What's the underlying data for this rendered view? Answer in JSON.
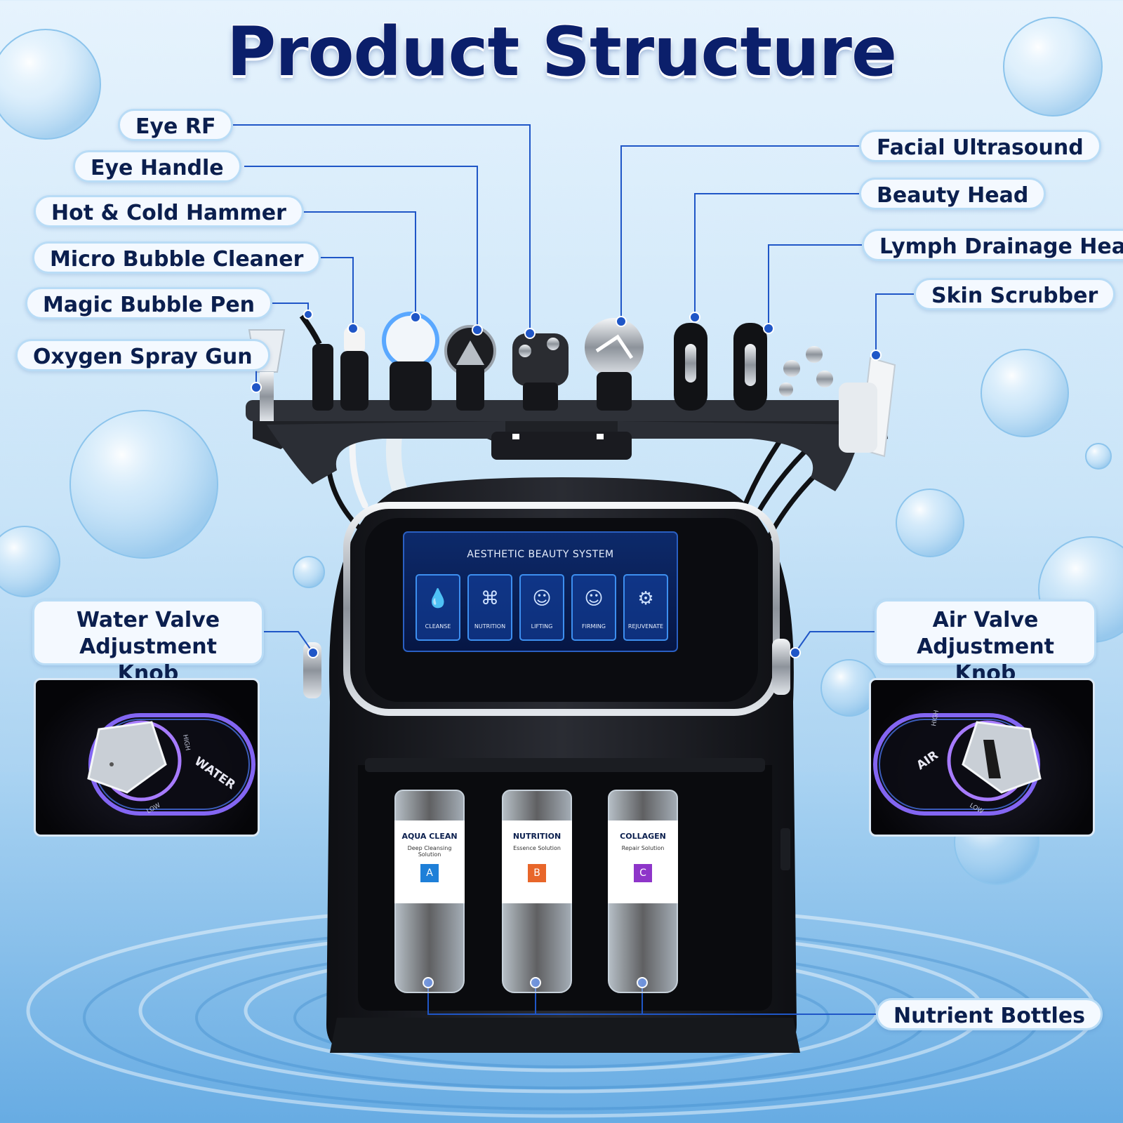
{
  "title": "Product Structure",
  "labels": {
    "eye_rf": "Eye RF",
    "eye_handle": "Eye Handle",
    "hot_cold_hammer": "Hot & Cold Hammer",
    "micro_bubble_cleaner": "Micro Bubble Cleaner",
    "magic_bubble_pen": "Magic Bubble Pen",
    "oxygen_spray_gun": "Oxygen Spray Gun",
    "facial_ultrasound": "Facial Ultrasound",
    "beauty_head": "Beauty Head",
    "lymph_drainage_head": "Lymph Drainage Head",
    "skin_scrubber": "Skin Scrubber",
    "water_valve_line1": "Water Valve",
    "water_valve_line2": "Adjustment Knob",
    "air_valve_line1": "Air Valve",
    "air_valve_line2": "Adjustment Knob",
    "nutrient_bottles": "Nutrient Bottles"
  },
  "screen": {
    "heading": "AESTHETIC BEAUTY SYSTEM",
    "tiles": [
      "CLEANSE",
      "NUTRITION",
      "LIFTING",
      "FIRMING",
      "REJUVENATE"
    ]
  },
  "bottles": [
    {
      "name": "AQUA CLEAN",
      "line1": "Deep Cleansing",
      "line2": "Solution",
      "letter": "A",
      "color": "#1e7fd8"
    },
    {
      "name": "NUTRITION",
      "line1": "Essence Solution",
      "line2": "",
      "letter": "B",
      "color": "#e8662a"
    },
    {
      "name": "COLLAGEN",
      "line1": "Repair Solution",
      "line2": "",
      "letter": "C",
      "color": "#8e35c9"
    }
  ],
  "knobs": {
    "water": {
      "word": "WATER",
      "tick_high": "HIGH",
      "tick_low": "LOW"
    },
    "air": {
      "word": "AIR",
      "tick_high": "HIGH",
      "tick_low": "LOW"
    }
  },
  "colors": {
    "title": "#0b1f6b",
    "leader_line": "#1f56c7",
    "screen_accent": "#3d8ff0",
    "glow": "#7b5cff"
  }
}
